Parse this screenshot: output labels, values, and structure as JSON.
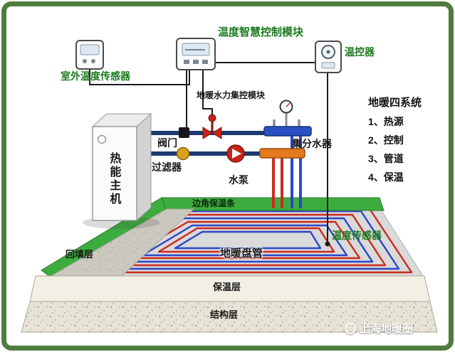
{
  "labels": {
    "smart_control_module": "温度智慧控制模块",
    "outdoor_sensor": "室外温度传感器",
    "thermostat": "温控器",
    "hydraulic_module": "地暖水力集控模块",
    "heat_unit": "热能主机",
    "valve": "阀门",
    "filter": "过滤器",
    "pump": "水泵",
    "manifold": "集分水器",
    "temp_sensor": "温度传感器",
    "edge_strip": "边角保温条",
    "backfill": "回填层",
    "coil": "地暖盘管",
    "insulation": "保温层",
    "structure": "结构层"
  },
  "legend": {
    "title": "地暖四系统",
    "items": [
      "1、热源",
      "2、控制",
      "3、管道",
      "4、保温"
    ]
  },
  "watermark": {
    "text": "上海地暖圈"
  },
  "colors": {
    "border_green": "#4e7d3d",
    "label_green": "#1d7a1f",
    "pipe_red": "#cc2a1e",
    "pipe_blue": "#2a46c8",
    "strip_green": "#3dac3f",
    "manifold_blue": "#2a50c4",
    "manifold_orange": "#e47a1e"
  }
}
